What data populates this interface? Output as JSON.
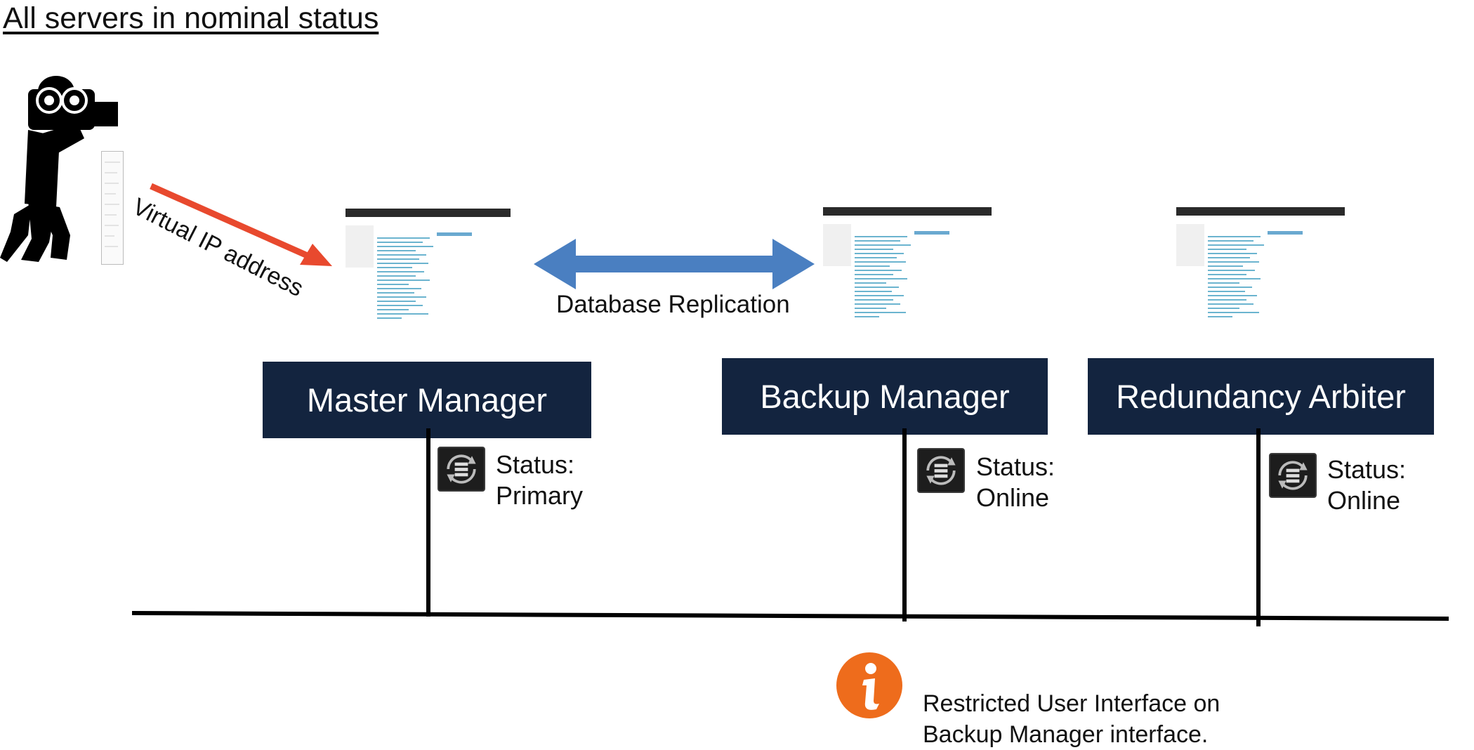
{
  "title": "All servers in nominal status",
  "virtual_ip_label": "Virtual IP address",
  "replication_label": "Database Replication",
  "servers": [
    {
      "name": "Master Manager",
      "status_label": "Status:",
      "status_value": "Primary"
    },
    {
      "name": "Backup Manager",
      "status_label": "Status:",
      "status_value": "Online"
    },
    {
      "name": "Redundancy Arbiter",
      "status_label": "Status:",
      "status_value": "Online"
    }
  ],
  "note": {
    "line1": "Restricted User Interface on",
    "line2": "Backup Manager interface."
  },
  "colors": {
    "box": "#13243f",
    "arrow_red": "#e8492e",
    "arrow_blue": "#4a7fc1",
    "info_orange": "#ee6c1c",
    "link_teal": "#3a9bbf"
  },
  "icons": {
    "user": "person-with-camera-icon",
    "server_sync": "server-sync-icon",
    "info": "info-icon"
  }
}
